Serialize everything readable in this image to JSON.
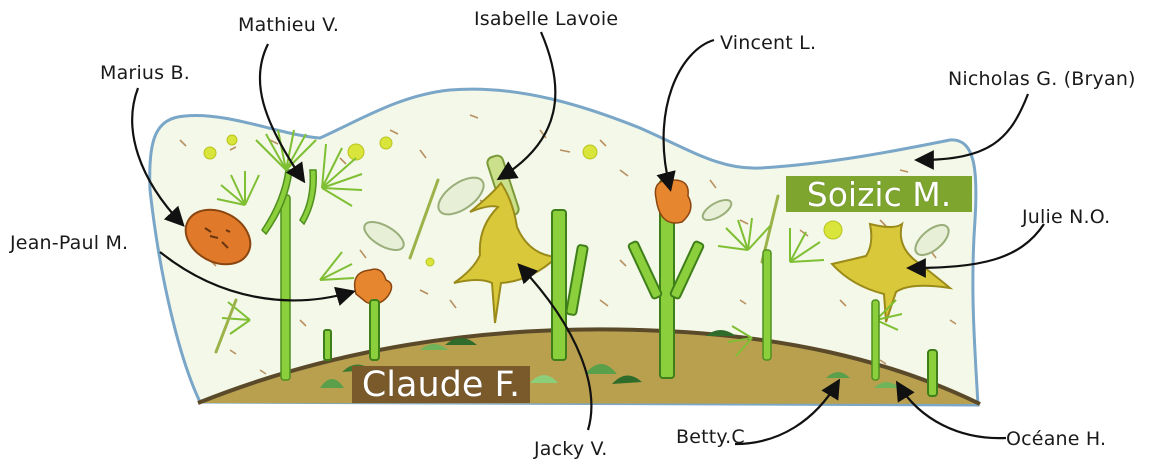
{
  "labels": {
    "marius": "Marius B.",
    "mathieu": "Mathieu V.",
    "isabelle": "Isabelle Lavoie",
    "vincent": "Vincent L.",
    "nicholas": "Nicholas G. (Bryan)",
    "jean_paul": "Jean-Paul M.",
    "julie": "Julie N.O.",
    "jacky": "Jacky V.",
    "betty": "Betty.C",
    "oceane": "Océane H."
  },
  "banners": {
    "claude": "Claude F.",
    "soizic": "Soizic M."
  },
  "colors": {
    "water_fill": "#f4f8e8",
    "water_outline": "#7aa6c8",
    "seabed": "#b9a04f",
    "seabed_line": "#5a4a2a",
    "claude_banner": "#7a5a2a",
    "soizic_banner": "#7ea52e",
    "plant_green": "#8ccf3c",
    "plant_dark": "#4f8f1f",
    "orange_organism": "#e07a2a",
    "yellow_star": "#d8c83a",
    "arrow": "#111111"
  }
}
